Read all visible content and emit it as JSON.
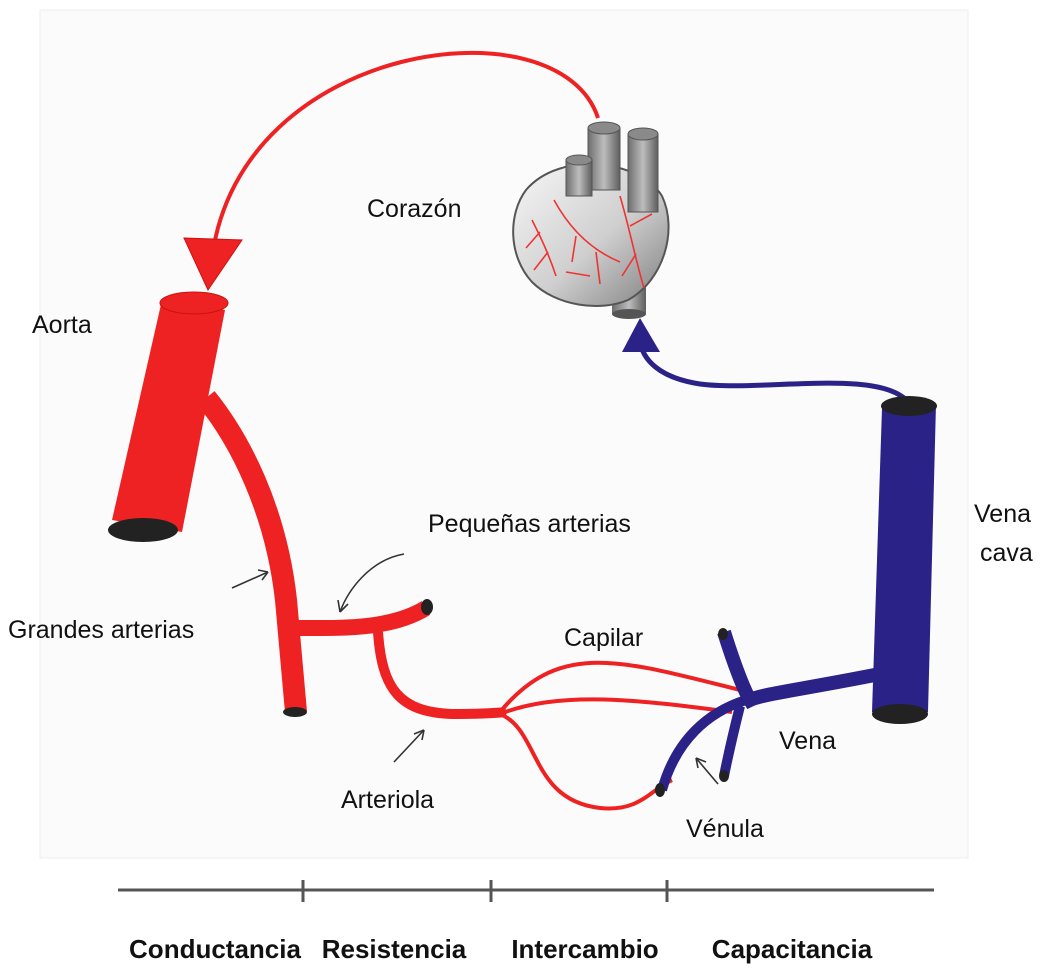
{
  "labels": {
    "heart": "Corazón",
    "aorta": "Aorta",
    "vena_cava_line1": "Vena",
    "vena_cava_line2": "cava",
    "small_arteries": "Pequeñas arterias",
    "large_arteries": "Grandes arterias",
    "capillary": "Capilar",
    "vein": "Vena",
    "arteriole": "Arteriola",
    "venule": "Vénula"
  },
  "segments": [
    "Conductancia",
    "Resistencia",
    "Intercambio",
    "Capacitancia"
  ],
  "colors": {
    "artery": "#ee2222",
    "vein": "#2b2288",
    "vessel_opening": "#222222",
    "heart_fill": "#d9d9d9",
    "heart_vessels": "#9a9a9a",
    "scale_line": "#555555"
  }
}
